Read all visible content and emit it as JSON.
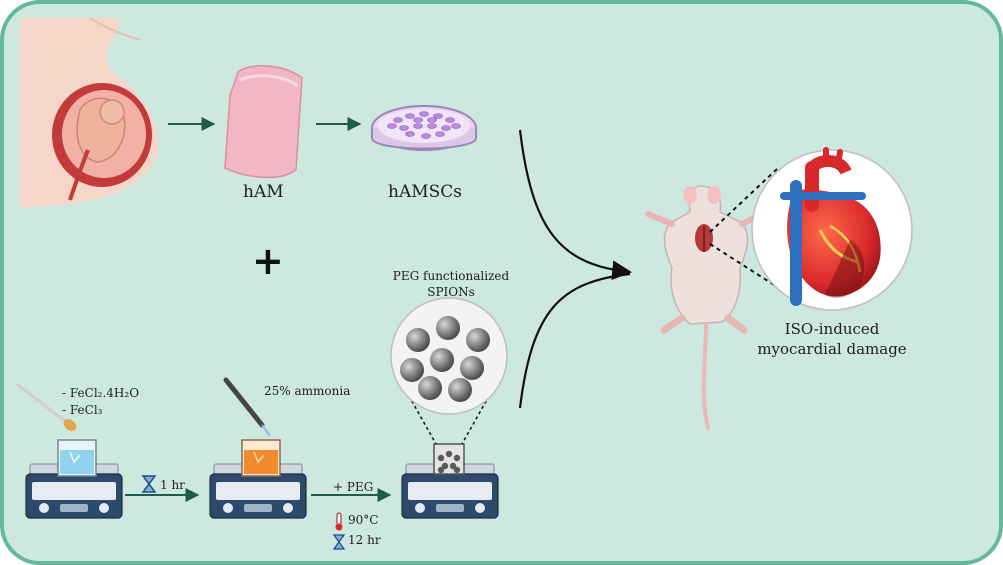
{
  "labels": {
    "ham": "hAM",
    "hamscs": "hAMSCs",
    "plus": "+",
    "peg_spions_1": "PEG functionalized",
    "peg_spions_2": "SPIONs",
    "reagent_1": "- FeCl₂.4H₂O",
    "reagent_2": "- FeCl₃",
    "ammonia": "25% ammonia",
    "time_1h": "1 hr",
    "add_peg": "+ PEG",
    "temp": "90°C",
    "time_12h": "12 hr",
    "outcome_1": "ISO-induced",
    "outcome_2": "myocardial damage"
  },
  "colors": {
    "frame": "#64b89e",
    "background": "#cce8df",
    "arrow": "#1f5c4a",
    "tissue": "#f2b6c4",
    "cell": "#b98be0",
    "iron_solution": "#8fd3ef",
    "ammonia_solution": "#f28a2e",
    "nanoparticle": "#7b7b7b",
    "stirrer_body": "#2d4a6b",
    "heart_red": "#d8282c",
    "heart_blue": "#2e6fbf"
  }
}
